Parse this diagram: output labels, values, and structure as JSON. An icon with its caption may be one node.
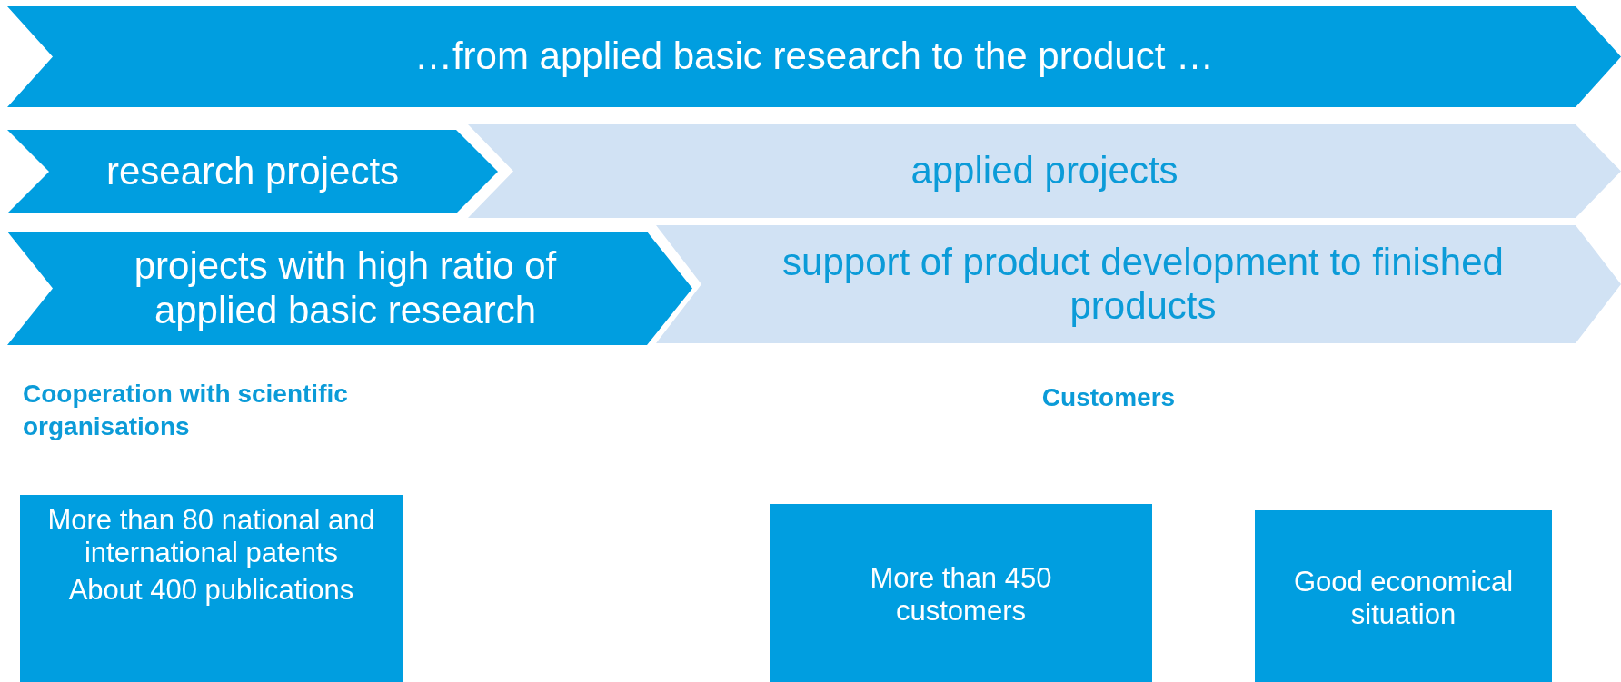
{
  "diagram": {
    "nodes": [
      {
        "text": [
          "…from applied basic research to the product …"
        ]
      },
      {
        "text": [
          "research projects"
        ]
      },
      {
        "text": [
          "applied projects"
        ]
      },
      {
        "text": [
          "projects with high ratio of applied basic research"
        ]
      },
      {
        "text": [
          "support of product development to finished products"
        ]
      },
      {
        "text": [
          "More than 80 national and international patents",
          "About 400 publications"
        ]
      },
      {
        "text": [
          "More than 450 customers"
        ]
      },
      {
        "text": [
          "Good economical situation"
        ]
      }
    ],
    "labels": [
      "Cooperation with scientific organisations",
      "Customers"
    ]
  }
}
